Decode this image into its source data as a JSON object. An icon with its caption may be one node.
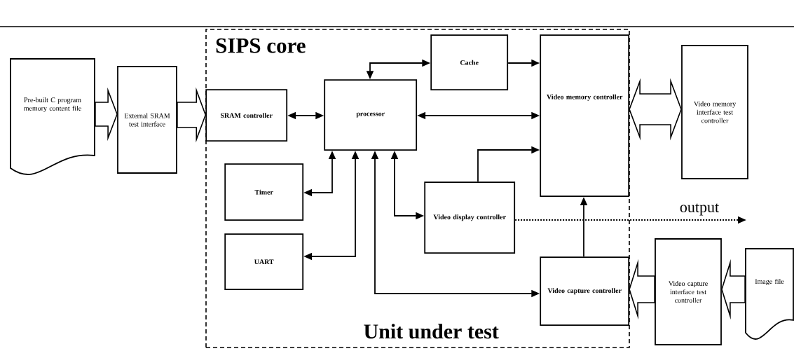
{
  "diagram": {
    "nodes": [
      {
        "text": [
          "SIPS core",
          "Unit under test"
        ]
      },
      {
        "text": [
          "Pre-built C program memory content file"
        ]
      },
      {
        "text": [
          "External SRAM test interface"
        ]
      },
      {
        "text": [
          "SRAM controller"
        ],
        "in": 0
      },
      {
        "text": [
          "processor"
        ],
        "in": 0
      },
      {
        "text": [
          "Cache"
        ],
        "in": 0
      },
      {
        "text": [
          "Video memory controller"
        ],
        "in": 0
      },
      {
        "text": [
          "Timer"
        ],
        "in": 0
      },
      {
        "text": [
          "UART"
        ],
        "in": 0
      },
      {
        "text": [
          "Video display controller"
        ],
        "in": 0
      },
      {
        "text": [
          "Video capture controller"
        ],
        "in": 0
      },
      {
        "text": [
          "Video memory interface test controller"
        ]
      },
      {
        "text": [
          "Video capture interface test controller"
        ]
      },
      {
        "text": [
          "Image file"
        ]
      }
    ],
    "edges": [
      {
        "from": 1,
        "to": 2,
        "arrow": "to",
        "style": "thick"
      },
      {
        "from": 2,
        "to": 3,
        "arrow": "to",
        "style": "thick"
      },
      {
        "from": 3,
        "to": 4,
        "arrow": "both"
      },
      {
        "from": 4,
        "to": 5,
        "arrow": "both"
      },
      {
        "from": 5,
        "to": 6,
        "arrow": "to"
      },
      {
        "from": 4,
        "to": 6,
        "arrow": "both"
      },
      {
        "from": 9,
        "to": 6,
        "arrow": "to"
      },
      {
        "from": 4,
        "to": 7,
        "arrow": "both"
      },
      {
        "from": 4,
        "to": 8,
        "arrow": "both"
      },
      {
        "from": 4,
        "to": 10,
        "arrow": "both"
      },
      {
        "from": 4,
        "to": 9,
        "arrow": "both"
      },
      {
        "from": 10,
        "to": 6,
        "arrow": "to"
      },
      {
        "from": 9,
        "to": null,
        "arrow": "to",
        "style": "dashed",
        "label": "output"
      },
      {
        "from": 6,
        "to": 11,
        "arrow": "both",
        "style": "thick"
      },
      {
        "from": 12,
        "to": 10,
        "arrow": "to",
        "style": "thick"
      },
      {
        "from": 13,
        "to": 12,
        "arrow": "to",
        "style": "thick"
      }
    ]
  }
}
